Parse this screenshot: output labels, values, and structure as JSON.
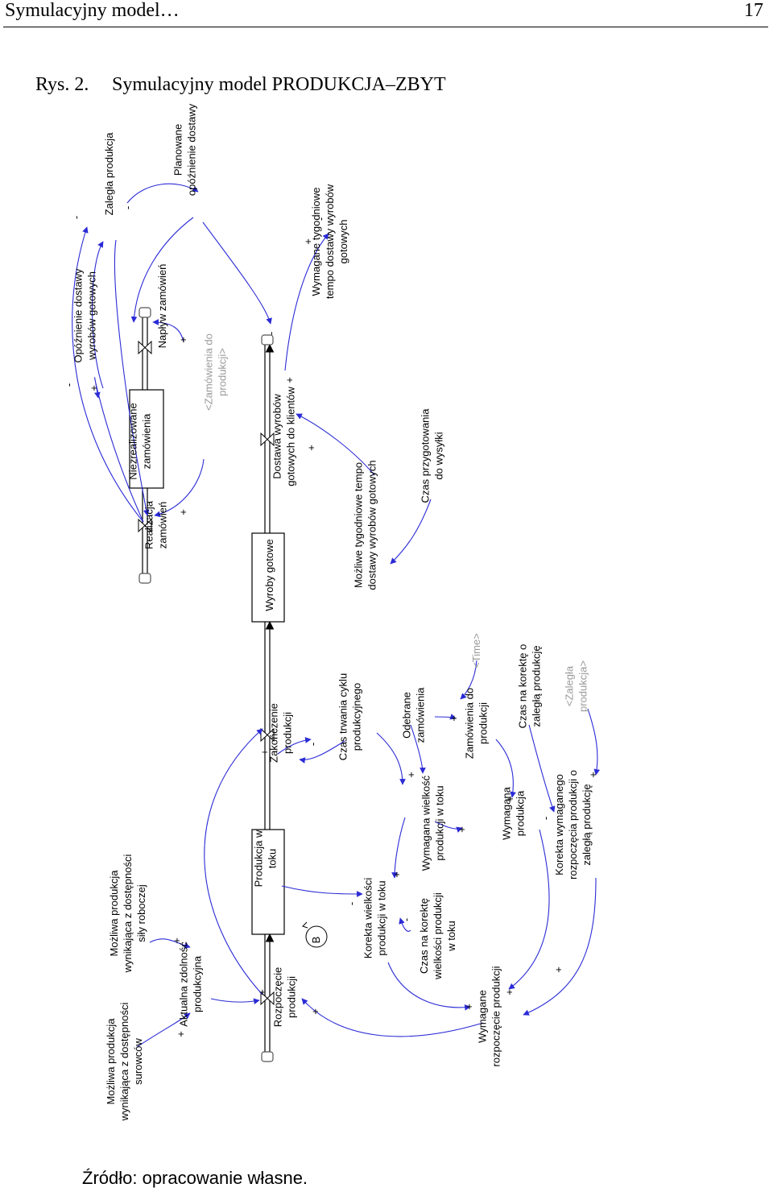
{
  "header": {
    "title": "Symulacyjny model…",
    "page_number": "17"
  },
  "figure": {
    "label": "Rys. 2.",
    "title": "Symulacyjny model PRODUKCJA–ZBYT"
  },
  "source": "Źródło: opracowanie własne.",
  "diagram": {
    "stocks": {
      "niezrealizowane": [
        "Niezrealizowane",
        "zamówienia"
      ],
      "wyroby": [
        "Wyroby gotowe"
      ],
      "produkcja_w_toku": [
        "Produkcja w",
        "toku"
      ]
    },
    "rates": {
      "realizacja": [
        "Realizacja",
        "zamówień"
      ],
      "naplyw": [
        "Napływ zamówień"
      ],
      "dostawa": [
        "Dostawa wyrobów",
        "gotowych do klientów"
      ],
      "zakonczenie": [
        "Zakończenie",
        "produkcji"
      ],
      "rozpoczecie": [
        "Rozpoczęcie",
        "produkcji"
      ]
    },
    "variables": {
      "zalegla": [
        "Zaległa produkcja"
      ],
      "opoznienie": [
        "Opóźnienie dostawy",
        "wyrobów gotowych"
      ],
      "planowane": [
        "Planowane",
        "opóźnienie dostawy"
      ],
      "wymagane_tempo": [
        "Wymagane tygodniowe",
        "tempo dostawy wyrobów",
        "gotowych"
      ],
      "mozliwe_tempo": [
        "Możliwe tygodniowe tempo",
        "dostawy wyrobów gotowych"
      ],
      "czas_przygotowania": [
        "Czas przygotowania",
        "do wysyłki"
      ],
      "mozliwa_surowce": [
        "Możliwa produkcja",
        "wynikająca z dostępności",
        "surowców"
      ],
      "mozliwa_sila": [
        "Możliwa produkcja",
        "wynikająca z dostępności",
        "siły roboczej"
      ],
      "aktualna": [
        "Aktualna zdolność",
        "produkcyjna"
      ],
      "czas_cyklu": [
        "Czas trwania cyklu",
        "produkcyjnego"
      ],
      "korekta_wielkosci": [
        "Korekta wielkości",
        "produkcji w toku"
      ],
      "wymagana_wielkosc": [
        "Wymagana wielkość",
        "produkcji w toku"
      ],
      "czas_korekte_wielkosci": [
        "Czas na korektę",
        "wielkości produkcji",
        "w toku"
      ],
      "odebrane": [
        "Odebrane",
        "zamówienia"
      ],
      "zamowienia_do_produkcji": [
        "Zamówienia do",
        "produkcji"
      ],
      "wymagana_produkcja": [
        "Wymagana",
        "produkcja"
      ],
      "wymagane_rozpoczecie": [
        "Wymagane",
        "rozpoczęcie produkcji"
      ],
      "czas_korekte_zaleglej": [
        "Czas na korektę o",
        "zaległą produkcję"
      ],
      "korekta_wymaganego": [
        "Korekta wymaganego",
        "rozpoczęcia produkcji o",
        "zaległą produkcję"
      ]
    },
    "shadows": {
      "zamowienia_do_produkcji": [
        "<Zamówienia do",
        "produkcji>"
      ],
      "time": [
        "<Time>"
      ],
      "zalegla": [
        "<Zaległa",
        "produkcja>"
      ]
    },
    "loop_marker": "B",
    "signs": {
      "plus": "+",
      "minus": "-"
    }
  }
}
